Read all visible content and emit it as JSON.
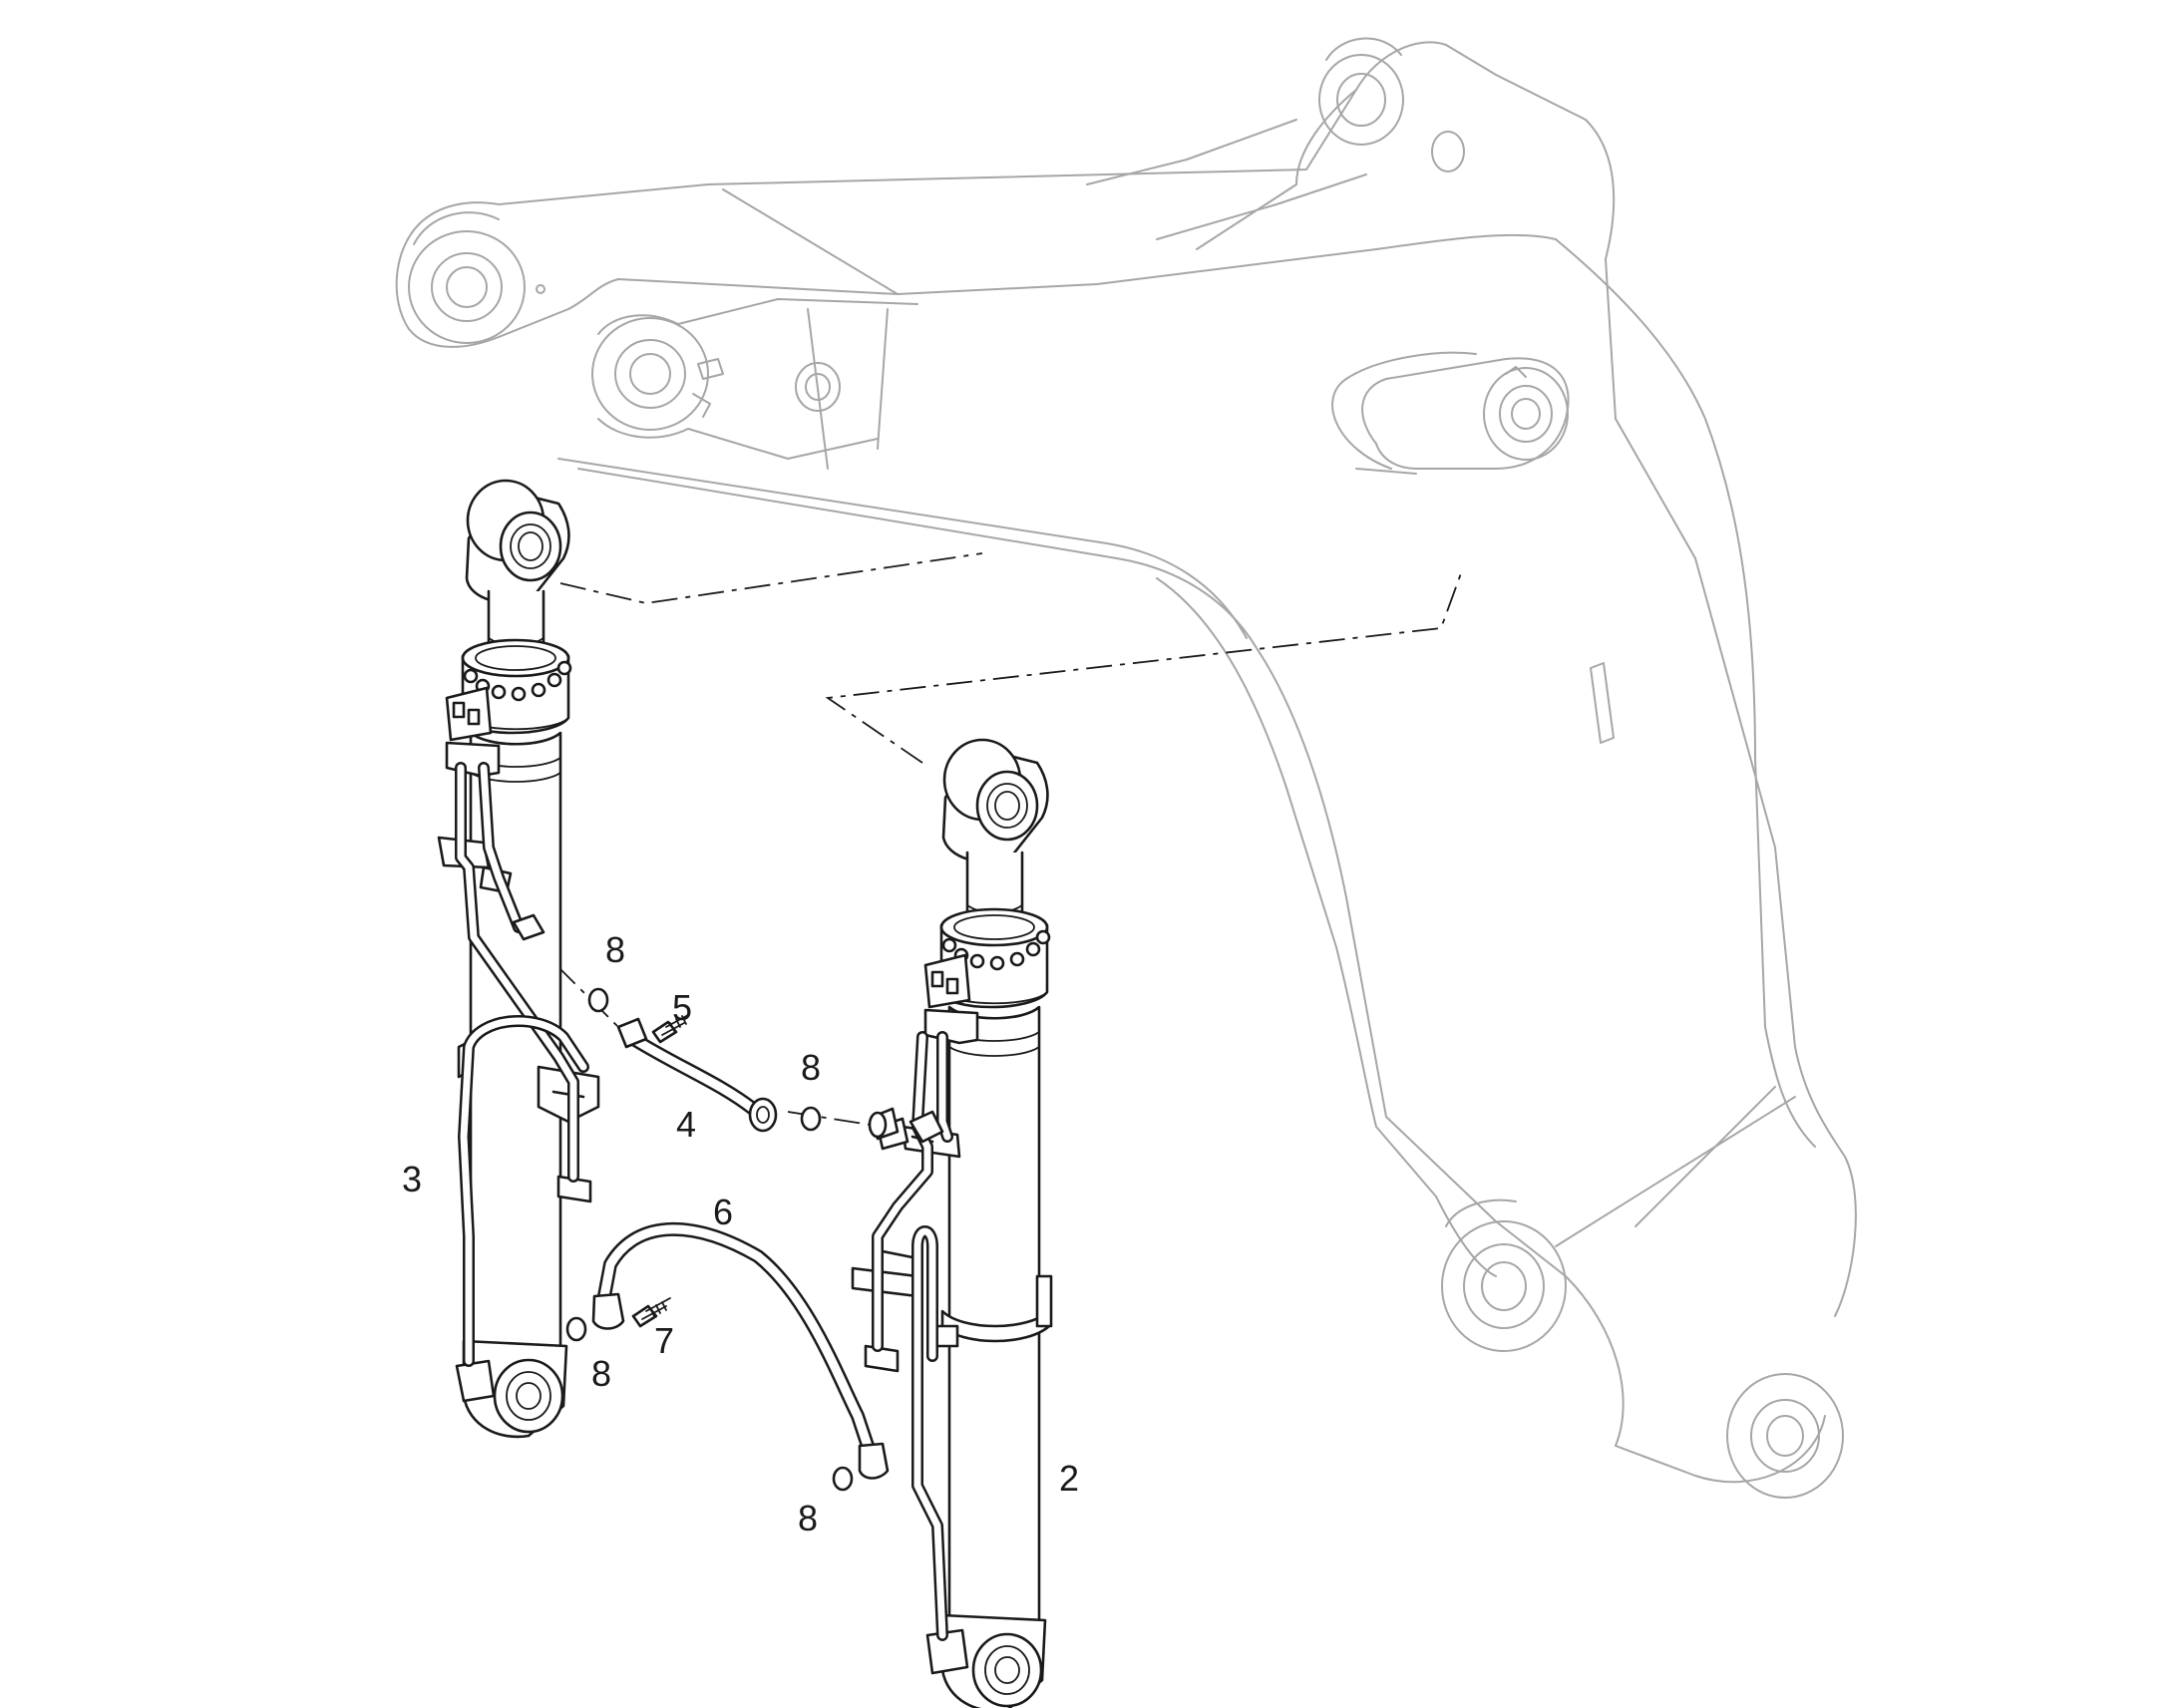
{
  "callouts": [
    {
      "id": "callout-3",
      "label": "3"
    },
    {
      "id": "callout-2",
      "label": "2"
    },
    {
      "id": "callout-4",
      "label": "4"
    },
    {
      "id": "callout-5",
      "label": "5"
    },
    {
      "id": "callout-6",
      "label": "6"
    },
    {
      "id": "callout-7",
      "label": "7"
    },
    {
      "id": "callout-8a",
      "label": "8"
    },
    {
      "id": "callout-8b",
      "label": "8"
    },
    {
      "id": "callout-8c",
      "label": "8"
    },
    {
      "id": "callout-8d",
      "label": "8"
    }
  ]
}
